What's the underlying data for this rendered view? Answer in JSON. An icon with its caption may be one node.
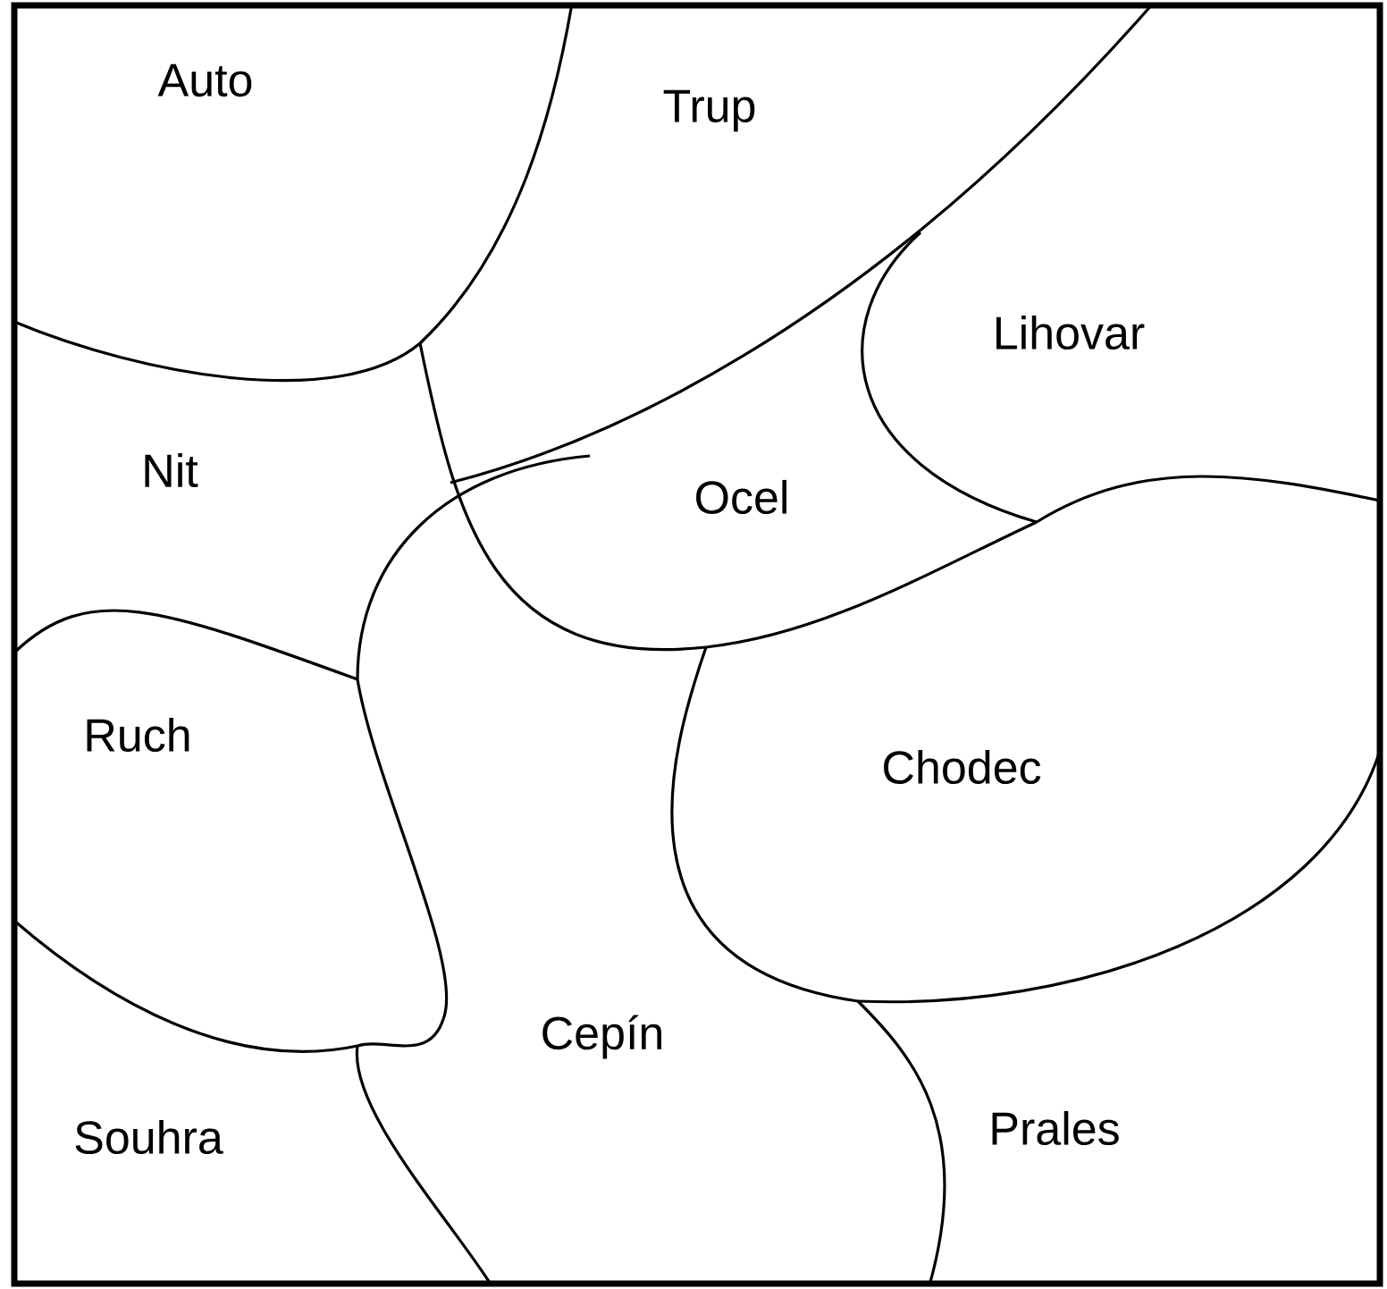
{
  "diagram": {
    "labels": [
      "Auto",
      "Trup",
      "Lihovar",
      "Nit",
      "Ocel",
      "Ruch",
      "Chodec",
      "Cepín",
      "Souhra",
      "Prales"
    ]
  }
}
